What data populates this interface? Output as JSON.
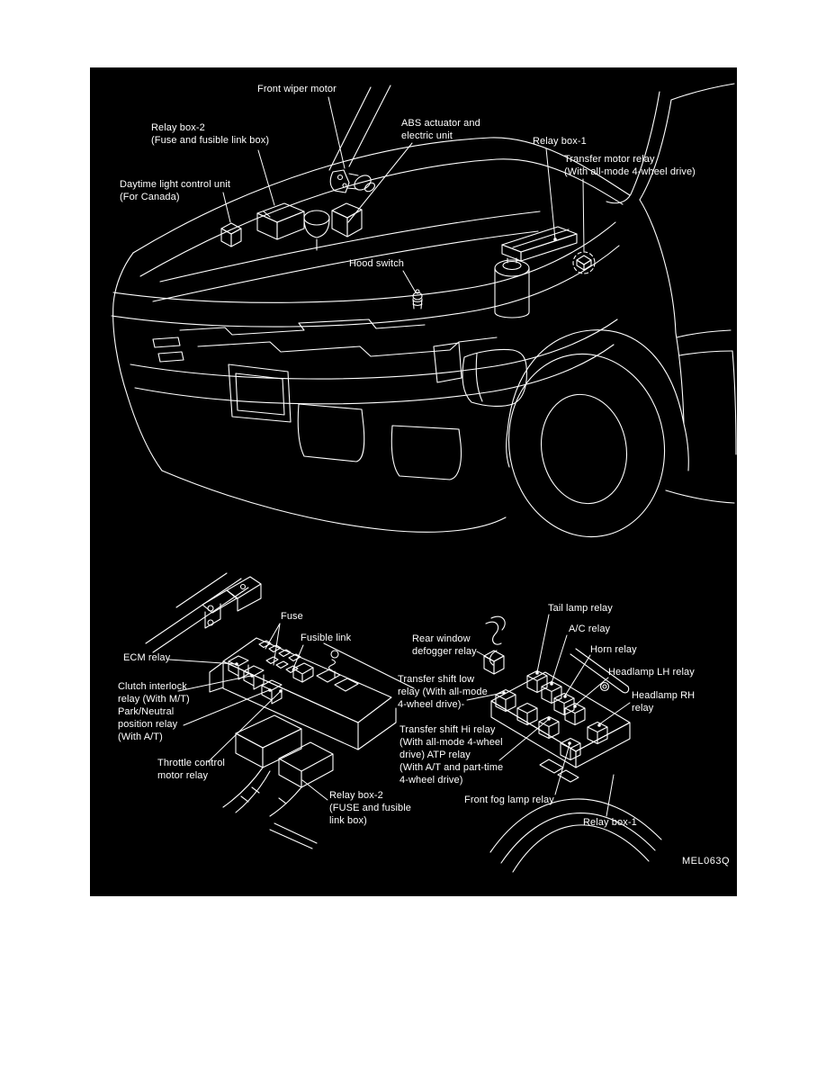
{
  "figure": {
    "code": "MEL063Q",
    "colors": {
      "panel_background": "#000000",
      "line": "#ffffff",
      "page_background": "#ffffff"
    }
  },
  "labels": {
    "front_wiper_motor": {
      "text": "Front wiper motor"
    },
    "relay_box_2_top": {
      "text": "Relay box-2\n(Fuse and fusible link box)"
    },
    "abs_actuator": {
      "text": "ABS actuator and\nelectric unit"
    },
    "relay_box_1_top": {
      "text": "Relay box-1"
    },
    "transfer_motor_relay": {
      "text": "Transfer motor relay\n(With all-mode 4-wheel drive)"
    },
    "daytime_light_control": {
      "text": "Daytime light control unit\n(For Canada)"
    },
    "hood_switch": {
      "text": "Hood switch"
    },
    "fuse": {
      "text": "Fuse"
    },
    "fusible_link": {
      "text": "Fusible link"
    },
    "ecm_relay": {
      "text": "ECM relay"
    },
    "clutch_interlock": {
      "text": "Clutch interlock\nrelay (With M/T)\nPark/Neutral\nposition relay\n(With A/T)"
    },
    "throttle_control": {
      "text": "Throttle control\nmotor relay"
    },
    "relay_box_2_bottom": {
      "text": "Relay box-2\n(FUSE and fusible\nlink box)"
    },
    "rear_window_defogger": {
      "text": "Rear window\ndefogger relay"
    },
    "transfer_shift_low": {
      "text": "Transfer shift low\nrelay (With all-mode\n4-wheel drive)-"
    },
    "transfer_shift_hi": {
      "text": "Transfer shift Hi relay\n(With all-mode 4-wheel\ndrive) ATP relay\n(With A/T and part-time\n4-wheel drive)"
    },
    "tail_lamp_relay": {
      "text": "Tail lamp relay"
    },
    "ac_relay": {
      "text": "A/C relay"
    },
    "horn_relay": {
      "text": "Horn relay"
    },
    "headlamp_lh_relay": {
      "text": "Headlamp LH relay"
    },
    "headlamp_rh_relay": {
      "text": "Headlamp RH\nrelay"
    },
    "front_fog_lamp_relay": {
      "text": "Front fog lamp relay"
    },
    "relay_box_1_bottom": {
      "text": "Relay box-1"
    }
  }
}
